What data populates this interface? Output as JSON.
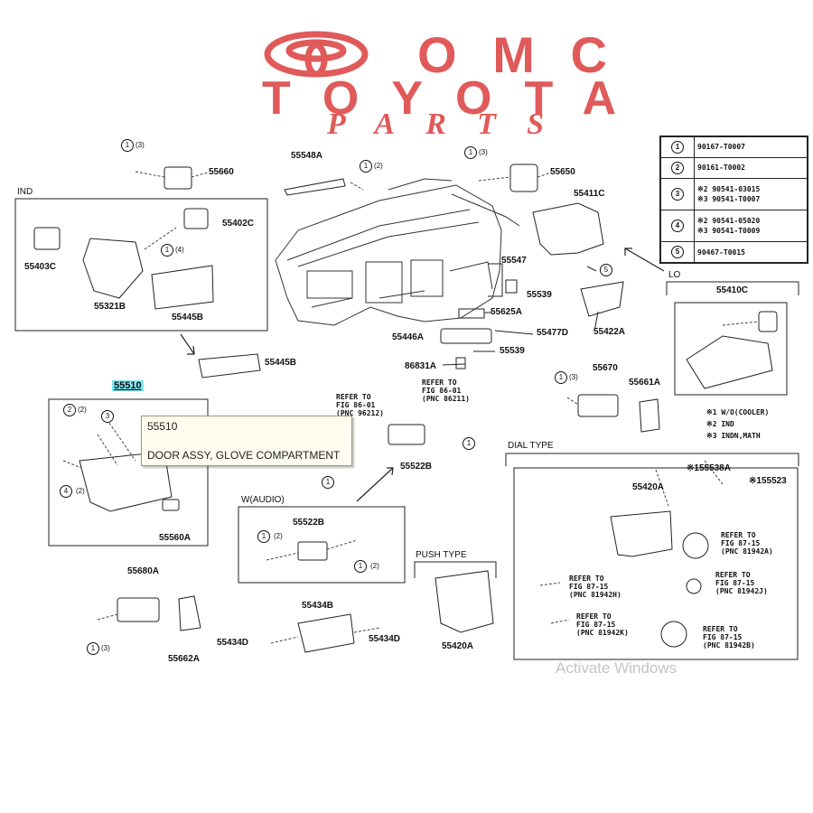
{
  "brand": {
    "line1": "OMC",
    "line2": "TOYOTA",
    "line3": "PARTS",
    "color": "#e05a5a"
  },
  "legend": [
    {
      "key": "1",
      "code": "90167-T0007"
    },
    {
      "key": "2",
      "code": "90161-T0002"
    },
    {
      "key": "3",
      "code": "※2 90541-03015\n※3 90541-T0007"
    },
    {
      "key": "4",
      "code": "※2 90541-05020\n※3 90541-T0009"
    },
    {
      "key": "5",
      "code": "90467-T0015"
    }
  ],
  "groups": {
    "ind": "IND",
    "lo": "LO",
    "dial_type": "DIAL TYPE",
    "push_type": "PUSH TYPE",
    "w_audio": "W(AUDIO)"
  },
  "notes": [
    "※1 W/O(COOLER)",
    "※2 IND",
    "※3 INDN,MATH"
  ],
  "parts": [
    "55660",
    "55548A",
    "55650",
    "55411C",
    "55402C",
    "55403C",
    "55321B",
    "55445B",
    "55547",
    "55539",
    "55625A",
    "55446A",
    "55477D",
    "55539",
    "86831A",
    "55445B",
    "55422A",
    "55410C",
    "55670",
    "55661A",
    "55522B",
    "55560A",
    "55522B",
    "※155538A",
    "※155523",
    "55420A",
    "55680A",
    "55662A",
    "55434B",
    "55434D",
    "55434D",
    "55420A"
  ],
  "refs": [
    "REFER TO\nFIG 86-01\n(PNC 96212)",
    "REFER TO\nFIG 86-01\n(PNC 86211)",
    "REFER TO\nFIG 87-15\n(PNC 81942A)",
    "REFER TO\nFIG 87-15\n(PNC 81942H)",
    "REFER TO\nFIG 87-15\n(PNC 81942J)",
    "REFER TO\nFIG 87-15\n(PNC 81942K)",
    "REFER TO\nFIG 87-15\n(PNC 81942B)"
  ],
  "callouts": [
    {
      "n": "1",
      "s": "(3)"
    },
    {
      "n": "1",
      "s": "(2)"
    },
    {
      "n": "1",
      "s": "(3)"
    },
    {
      "n": "1",
      "s": "(4)"
    },
    {
      "n": "2",
      "s": "(2)"
    },
    {
      "n": "3",
      "s": ""
    },
    {
      "n": "4",
      "s": "(2)"
    },
    {
      "n": "1",
      "s": ""
    },
    {
      "n": "1",
      "s": ""
    },
    {
      "n": "1",
      "s": "(2)"
    },
    {
      "n": "1",
      "s": "(2)"
    },
    {
      "n": "1",
      "s": "(3)"
    },
    {
      "n": "1",
      "s": "(3)"
    },
    {
      "n": "5",
      "s": ""
    }
  ],
  "selected": "55510",
  "tooltip": {
    "code": "55510",
    "description": "DOOR ASSY, GLOVE COMPARTMENT"
  },
  "watermark": "Activate Windows"
}
